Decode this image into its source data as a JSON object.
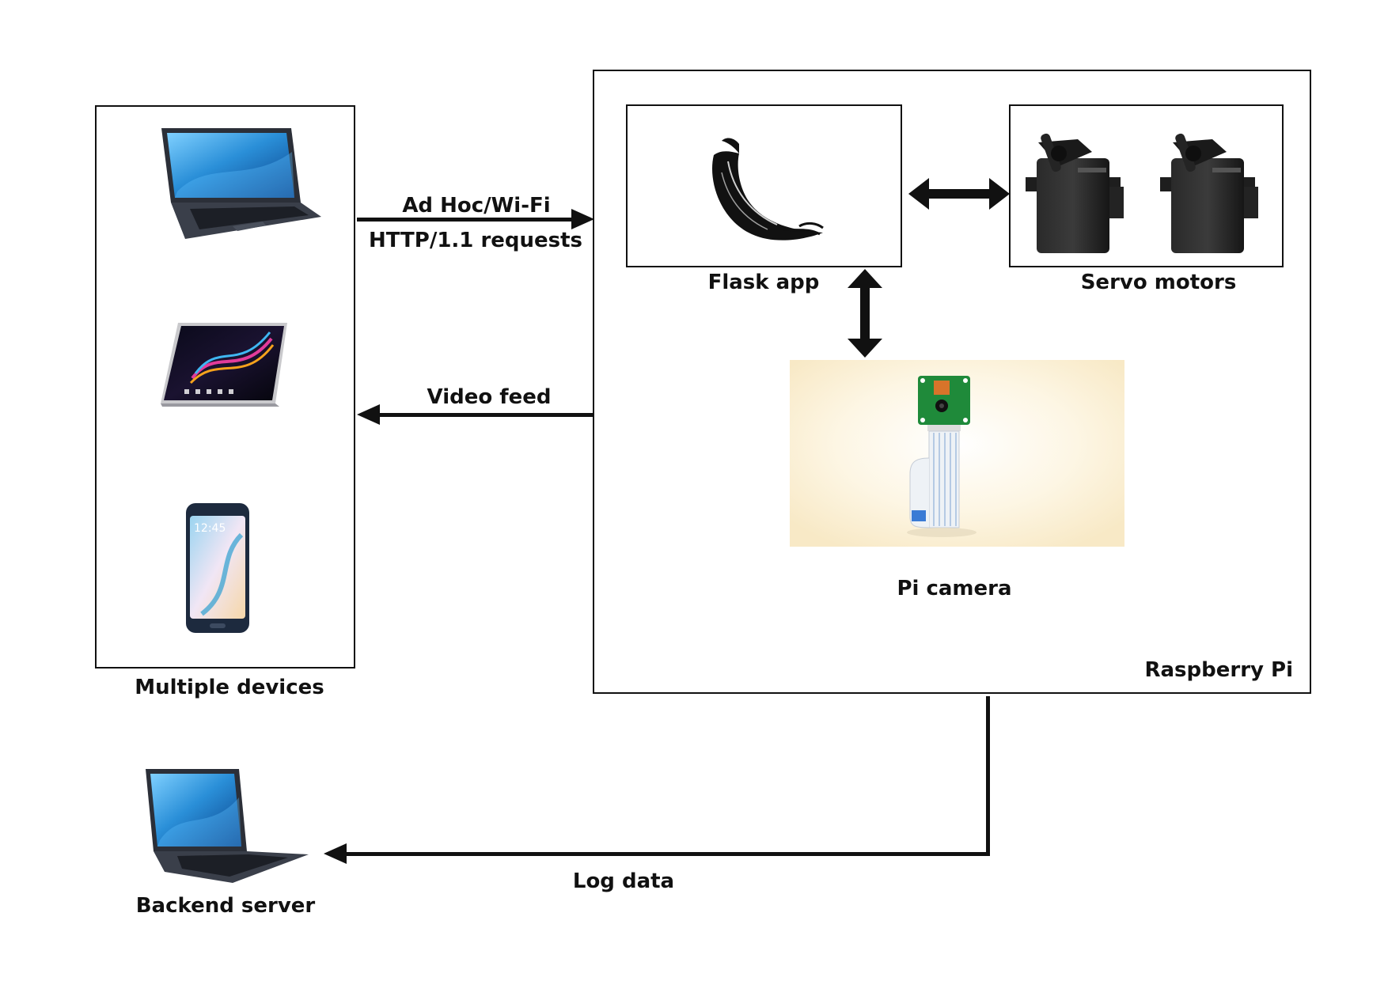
{
  "labels": {
    "multiple_devices": "Multiple devices",
    "raspberry_pi": "Raspberry Pi",
    "flask_app": "Flask app",
    "servo_motors": "Servo motors",
    "pi_camera": "Pi camera",
    "backend_server": "Backend server"
  },
  "connections": {
    "request_line1": "Ad Hoc/Wi-Fi",
    "request_line2": "HTTP/1.1 requests",
    "video_feed": "Video feed",
    "log_data": "Log data"
  },
  "icons": {
    "devices": [
      "laptop-icon",
      "tablet-icon",
      "smartphone-icon"
    ],
    "flask": "flask-logo-icon",
    "servos": [
      "servo-motor-icon",
      "servo-motor-icon"
    ],
    "camera": "pi-camera-module-icon",
    "server": "laptop-icon"
  },
  "colors": {
    "line": "#111111",
    "camera_panel_bg": "#fbf1d6",
    "screen_blue": "#2a8fd8",
    "pcb_green": "#1f8a3a"
  },
  "phone": {
    "clock": "12:45"
  }
}
